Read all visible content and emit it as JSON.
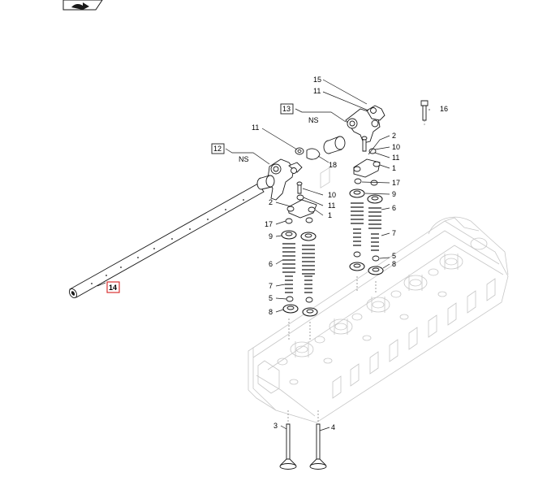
{
  "nav_icon": "book-arrow-icon",
  "callouts": {
    "p1a": "1",
    "p1b": "1",
    "p2a": "2",
    "p2b": "2",
    "p3": "3",
    "p4": "4",
    "p5a": "5",
    "p5b": "5",
    "p6a": "6",
    "p6b": "6",
    "p7a": "7",
    "p7b": "7",
    "p8a": "8",
    "p8b": "8",
    "p9a": "9",
    "p9b": "9",
    "p10a": "10",
    "p10b": "10",
    "p11a": "11",
    "p11b": "11",
    "p11c": "11",
    "p11d": "11",
    "p12": "12",
    "p13": "13",
    "p14": "14",
    "p15": "15",
    "p16": "16",
    "p17a": "17",
    "p17b": "17",
    "p18": "18",
    "nsA": "NS",
    "nsB": "NS"
  },
  "colors": {
    "highlight": "#d42020",
    "line": "#1a1a1a",
    "ghost": "#c7c7c7"
  }
}
